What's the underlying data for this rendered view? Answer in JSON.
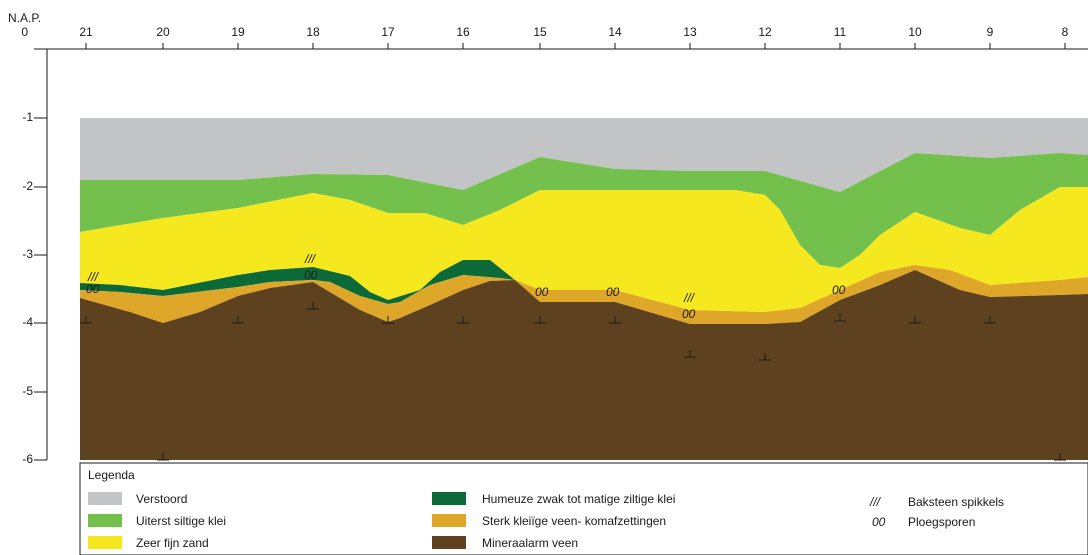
{
  "axis": {
    "datum_label": "N.A.P.",
    "depth_labels": [
      "0",
      "-1",
      "-2",
      "-3",
      "-4",
      "-5",
      "-6"
    ],
    "station_labels": [
      "21",
      "20",
      "19",
      "18",
      "17",
      "16",
      "15",
      "14",
      "13",
      "12",
      "11",
      "10",
      "9",
      "8"
    ]
  },
  "layers": [
    {
      "name": "Verstoord",
      "color": "#c3c4c6"
    },
    {
      "name": "Uiterst siltige klei",
      "color": "#74c04c"
    },
    {
      "name": "Zeer fijn zand",
      "color": "#f6e81e"
    },
    {
      "name": "Humeuze zwak tot matige ziltige klei",
      "color": "#0b6a37"
    },
    {
      "name": "Sterk kleiïge veen- komafzettingen",
      "color": "#dfa72a"
    },
    {
      "name": "Mineraalarm veen",
      "color": "#5e4220"
    }
  ],
  "legend": {
    "title": "Legenda",
    "symbols": [
      {
        "glyph": "///",
        "label": "Baksteen spikkels",
        "icon": "brick-speckles-icon"
      },
      {
        "glyph": "00",
        "label": "Ploegsporen",
        "icon": "plough-marks-icon"
      }
    ]
  },
  "annotations": {
    "plough_glyph": "00",
    "brick_glyph": "///"
  }
}
